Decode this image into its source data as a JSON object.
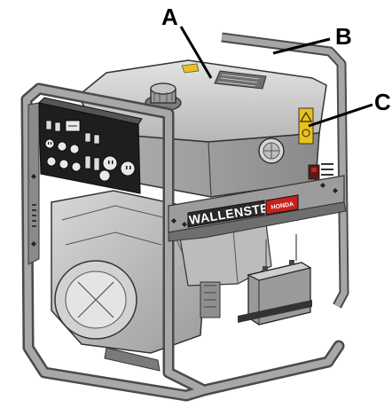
{
  "callouts": {
    "a": "A",
    "b": "B",
    "c": "C"
  },
  "branding": {
    "main_logo": "WALLENSTEIN",
    "engine_logo": "HONDA"
  },
  "icons": [
    "warning-label-icon",
    "fuel-cap-icon",
    "outlet-icon",
    "breaker-icon",
    "diamond-fastener-icon"
  ],
  "colors": {
    "frame": "#9a9a9a",
    "frame_edge": "#4a4a4a",
    "body": "#c9c9c9",
    "body_dark": "#8c8c8c",
    "panel": "#1e1e1e",
    "logo_plate": "#2a2a2a",
    "logo_accent": "#c8201c",
    "warning_label": "#e9c21a"
  }
}
